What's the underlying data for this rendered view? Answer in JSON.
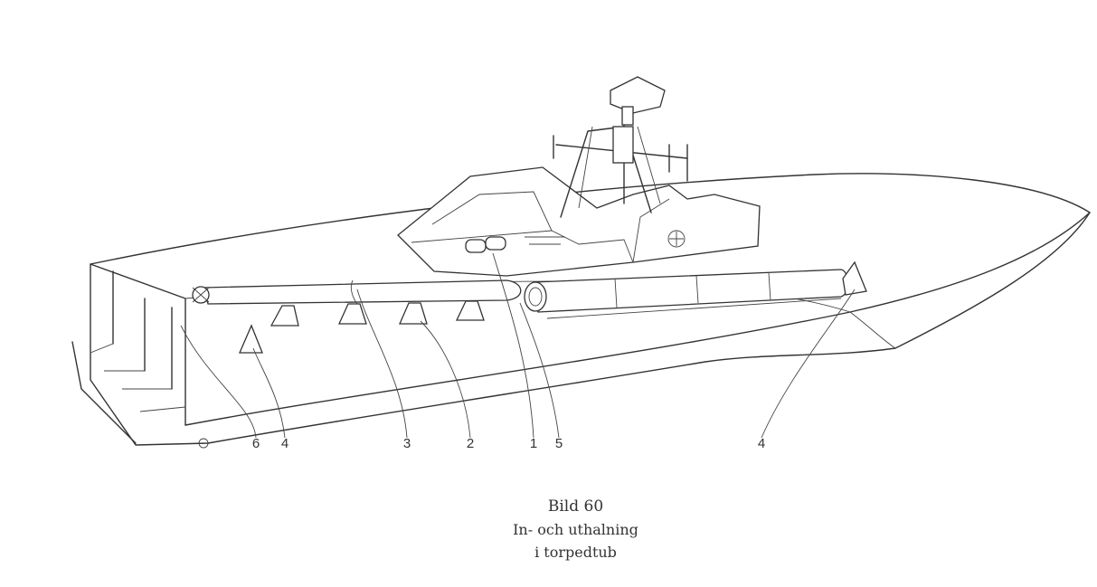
{
  "figure": {
    "callouts": [
      "6",
      "4",
      "3",
      "2",
      "1",
      "5",
      "4"
    ],
    "caption": {
      "title": "Bild 60",
      "line1": "In- och uthalning",
      "line2": "i torpedtub"
    }
  }
}
